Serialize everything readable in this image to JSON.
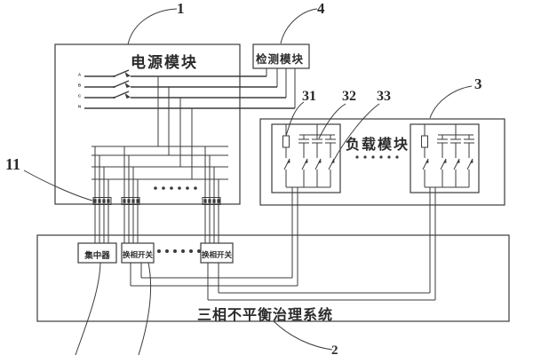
{
  "figure": {
    "modules": {
      "power": {
        "label": "电源模块",
        "ref": "1"
      },
      "detection": {
        "label": "检测模块",
        "ref": "4"
      },
      "load": {
        "label": "负载模块",
        "ref": "3"
      },
      "system": {
        "label": "三相不平衡治理系统",
        "ref": "2"
      },
      "concentrator": {
        "label": "集中器"
      },
      "phase_switch": {
        "label": "换相开关"
      },
      "terminal_block": {
        "ref": "11"
      },
      "fuse": {
        "ref": "31"
      },
      "capacitor": {
        "ref": "32"
      },
      "branch_switch": {
        "ref": "33"
      }
    },
    "phase_labels": [
      "A",
      "B",
      "C",
      "N"
    ],
    "ellipsis": "······",
    "colors": {
      "line": "#3b3b3b",
      "background": "#ffffff",
      "text": "#2a2a2a"
    }
  }
}
